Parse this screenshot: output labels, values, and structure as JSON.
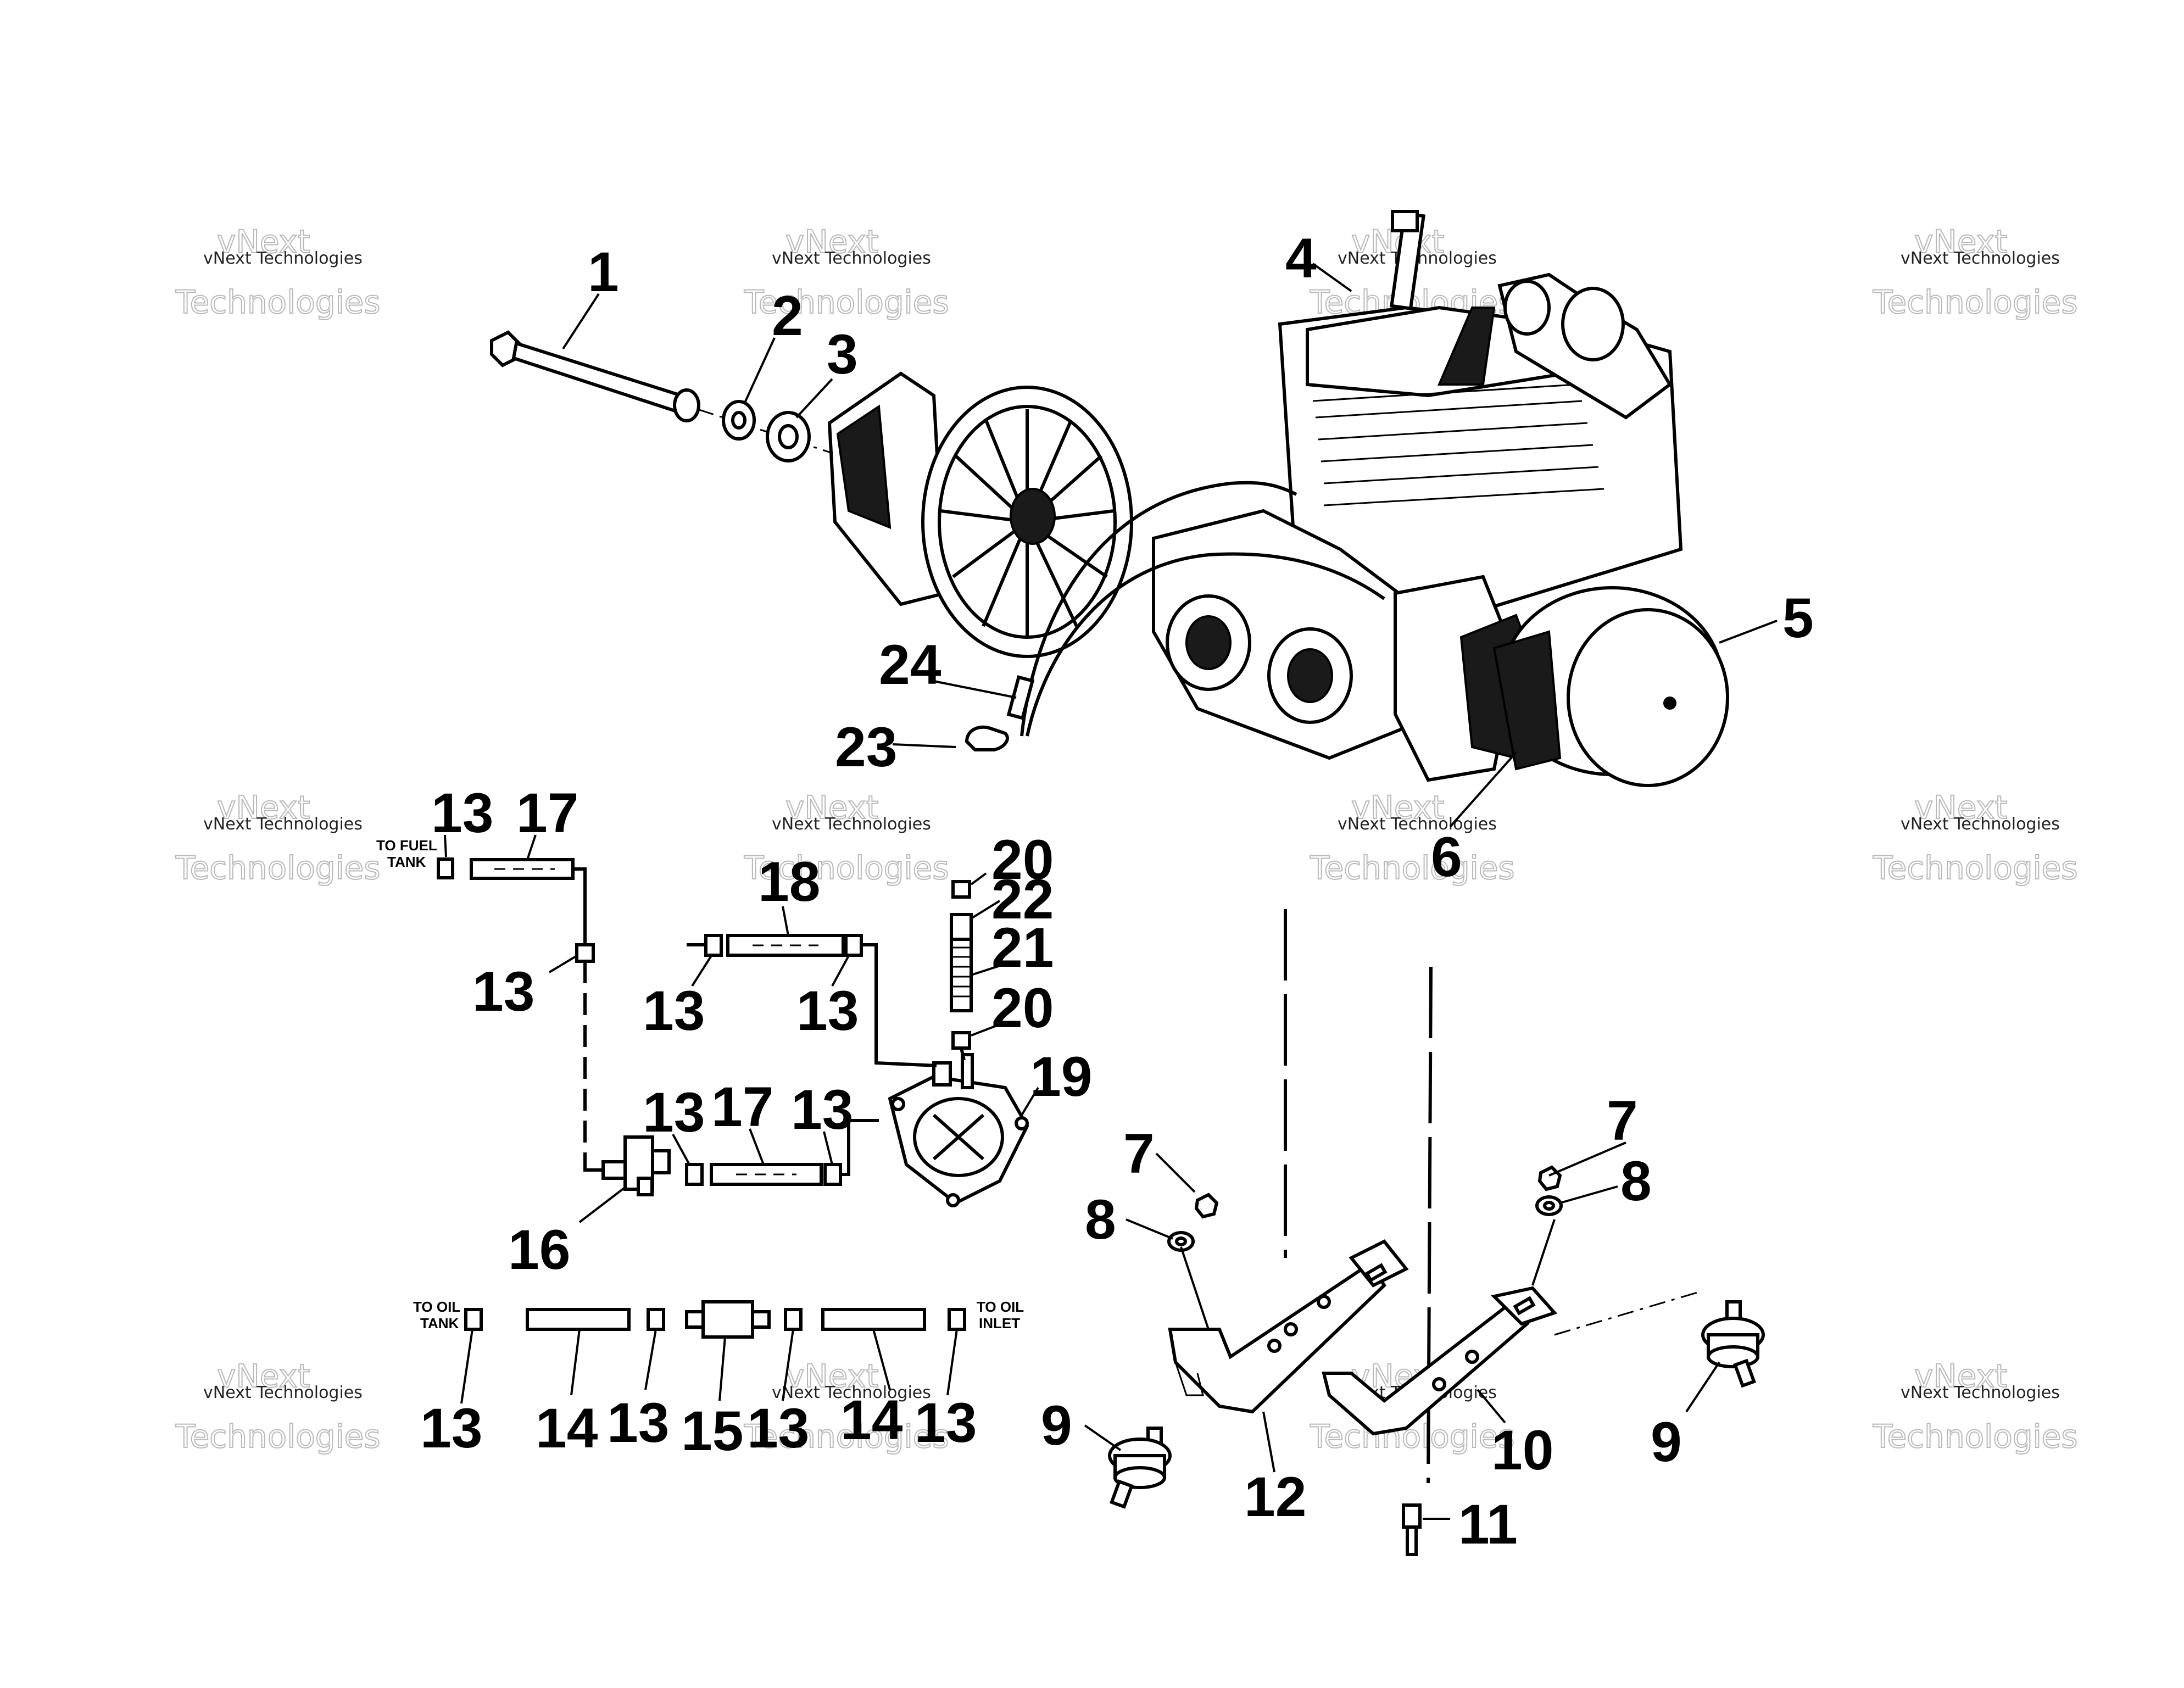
{
  "diagram": {
    "callouts": {
      "n1": "1",
      "n2": "2",
      "n3": "3",
      "n4": "4",
      "n5": "5",
      "n6": "6",
      "n7": "7",
      "n8": "8",
      "n9": "9",
      "n10": "10",
      "n11": "11",
      "n12": "12",
      "n13": "13",
      "n14": "14",
      "n15": "15",
      "n16": "16",
      "n17": "17",
      "n18": "18",
      "n19": "19",
      "n20": "20",
      "n21": "21",
      "n22": "22",
      "n23": "23",
      "n24": "24"
    },
    "hose_labels": {
      "to_fuel_line1": "TO FUEL",
      "to_fuel_line2": "TANK",
      "to_oil_line1": "TO OIL",
      "to_oil_line2": "TANK",
      "to_oil_inlet_line1": "TO OIL",
      "to_oil_inlet_line2": "INLET"
    },
    "watermark": {
      "line1": "vNext Technologies",
      "outline_top": "vNext",
      "outline_bottom": "Technologies"
    }
  }
}
